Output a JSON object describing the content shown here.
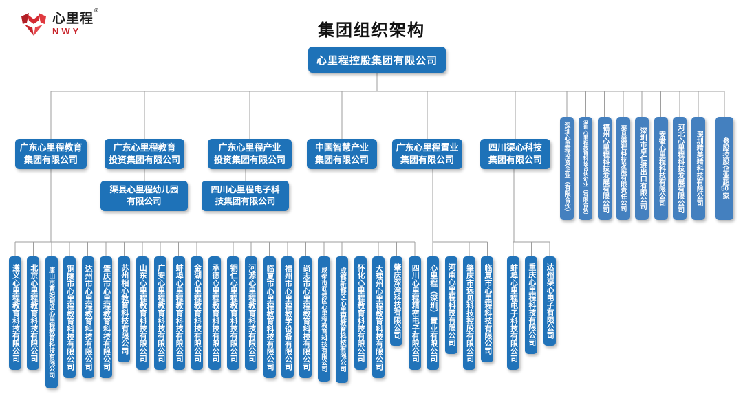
{
  "logo": {
    "brand": "心里程",
    "registered": "®",
    "subtitle": "NWY"
  },
  "title": "集团组织架构",
  "root": {
    "label": "心里程控股集团有限公司"
  },
  "level2": [
    {
      "label": "广东心里程教育\n集团有限公司"
    },
    {
      "label": "广东心里程教育\n投资集团有限公司",
      "child": "渠县心里程幼儿园\n有限公司"
    },
    {
      "label": "广东心里程产业\n投资集团有限公司",
      "child": "四川心里程电子科\n技集团有限公司"
    },
    {
      "label": "中国智慧产业\n集团有限公司"
    },
    {
      "label": "广东心里程置业\n集团有限公司"
    },
    {
      "label": "四川渠心科技\n集团有限公司"
    }
  ],
  "right_verticals": [
    "深圳心里程投资企业（有限合伙）",
    "深圳心里程教育科技合伙企业（有限合伙）",
    "福州心里程科技发展有限公司",
    "渠县渠程科技发展有限责任公司",
    "深圳市卓仁进出口有限公司",
    "安徽心里程科技有限公司",
    "河北心里程科技发展有限公司",
    "深圳精美精科技有限公司",
    "参股控股企业超50家"
  ],
  "education_children": [
    "遵义心里程教育科技有限公司",
    "北京心里程教育科技有限公司",
    "唐山市曹妃甸区心里程教育科技有限公司",
    "铜陵市心里程教育科技有限公司",
    "达州市心里程教育科技有限公司",
    "肇庆市心里程教育科技有限公司",
    "苏州相心教育科技有限公司",
    "山东心里程教育科技有限公司",
    "广安心里程教育科技有限公司",
    "蚌埠心里程教育科技有限公司",
    "金湖心里程教育科技有限公司",
    "承德心里程教育科技有限公司",
    "铜仁心里程教育科技有限公司",
    "河源心里程教育科技有限公司",
    "临夏市心里程教育科技有限公司",
    "福州市心里程教学设备有限公司",
    "尚志市心里程教育科技有限公司",
    "成都市武侯区心里程教育科技有限公司",
    "成都新都区心里程教育科技有限公司",
    "怀化心里程教育科技有限公司",
    "大理州心里程教育科技有限公司",
    "肇庆深湾科技有限公司",
    "四川心里程精密电子有限公司"
  ],
  "zhiye_children": [
    "心里程（深圳）置业有限公司",
    "河南心里程科技有限公司",
    "肇庆市远见科技控股有限公司",
    "临夏市心里程科技有限公司"
  ],
  "quxin_children": [
    "蚌埠心里程电子科技有限公司",
    "重庆心里程科技有限公司",
    "达州渠心电子有限公司"
  ],
  "colors": {
    "box_blue": "#1e72b8",
    "box_blue_bottom": "#2173b9",
    "box_blue_light": "#4480bf",
    "brand_red": "#c8252c",
    "line_gray": "#9e9e9e",
    "title_black": "#111111"
  }
}
